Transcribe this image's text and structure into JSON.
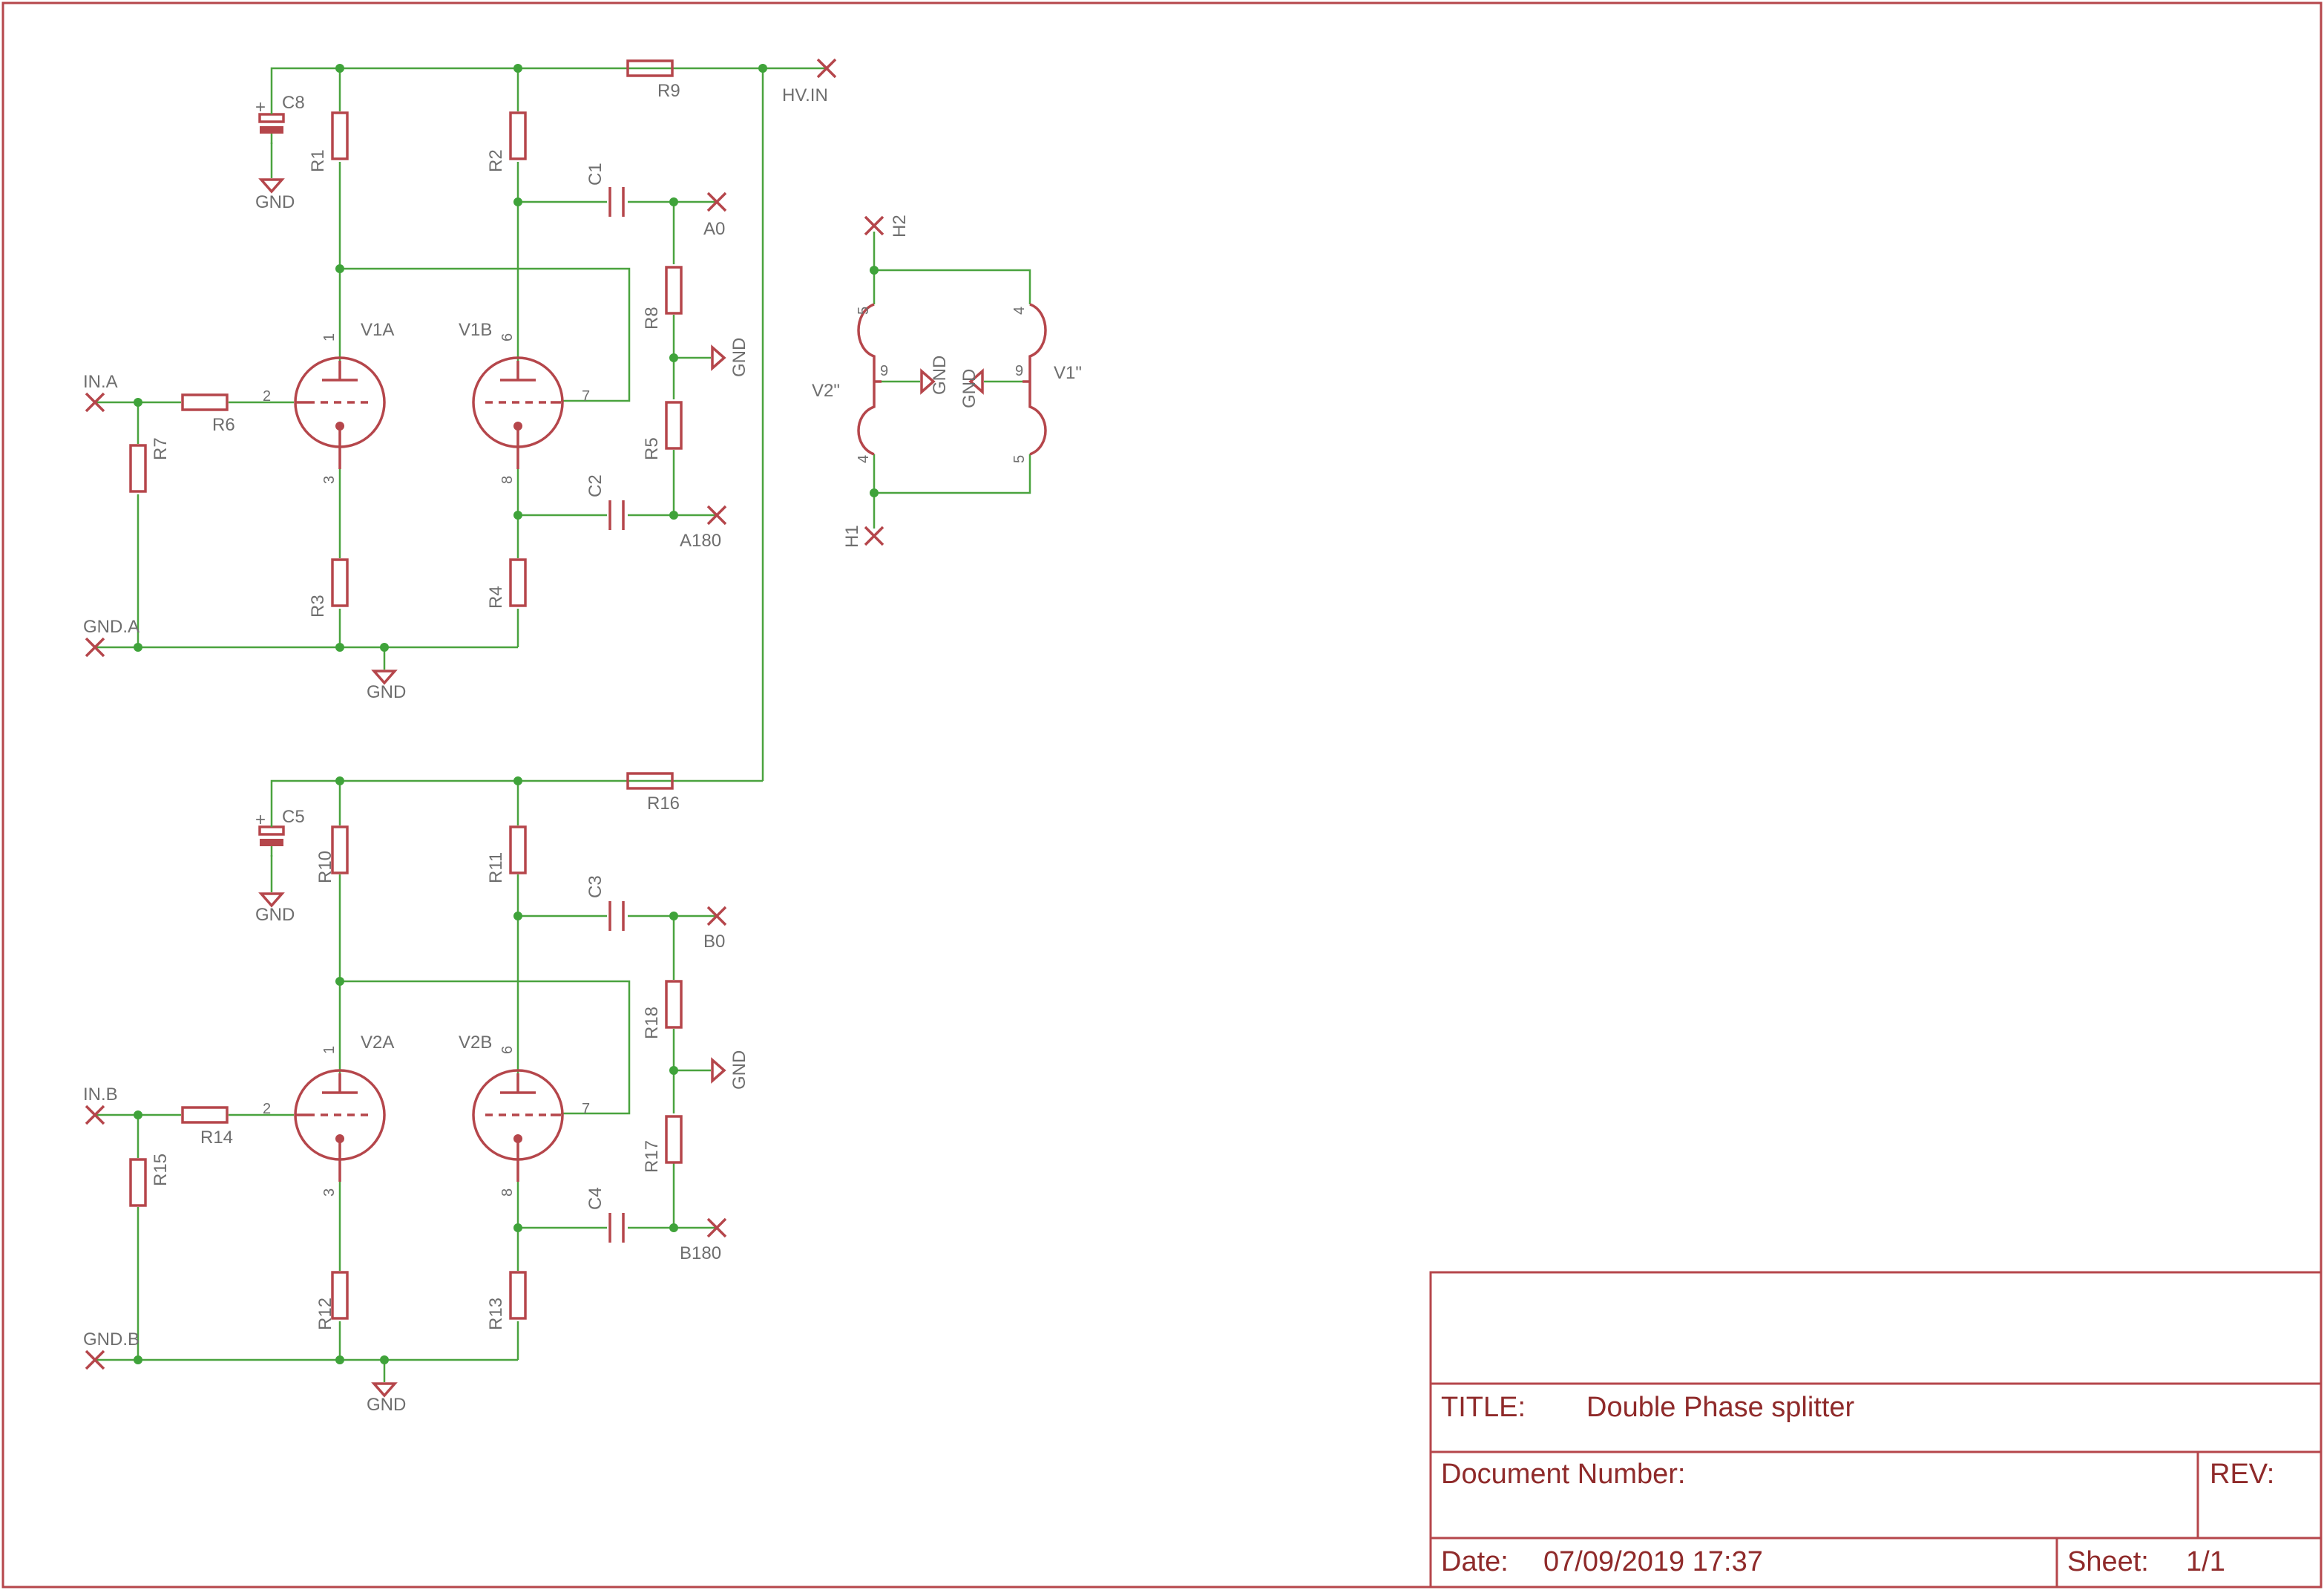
{
  "title_block": {
    "title_label": "TITLE:",
    "title_value": "Double Phase splitter",
    "docnum_label": "Document Number:",
    "rev_label": "REV:",
    "date_label": "Date:",
    "date_value": "07/09/2019 17:37",
    "sheet_label": "Sheet:",
    "sheet_value": "1/1"
  },
  "labels": {
    "hv_in": "HV.IN",
    "in_a": "IN.A",
    "gnd_a": "GND.A",
    "in_b": "IN.B",
    "gnd_b": "GND.B",
    "a0": "A0",
    "a180": "A180",
    "b0": "B0",
    "b180": "B180",
    "h1": "H1",
    "h2": "H2",
    "gnd": "GND",
    "v1a": "V1A",
    "v1b": "V1B",
    "v2a": "V2A",
    "v2b": "V2B",
    "v1h": "V1\"",
    "v2h": "V2\"",
    "r1": "R1",
    "r2": "R2",
    "r3": "R3",
    "r4": "R4",
    "r5": "R5",
    "r6": "R6",
    "r7": "R7",
    "r8": "R8",
    "r9": "R9",
    "r10": "R10",
    "r11": "R11",
    "r12": "R12",
    "r13": "R13",
    "r14": "R14",
    "r15": "R15",
    "r16": "R16",
    "r17": "R17",
    "r18": "R18",
    "c1": "C1",
    "c2": "C2",
    "c3": "C3",
    "c4": "C4",
    "c5": "C5",
    "c8": "C8",
    "plus": "+",
    "pin1": "1",
    "pin2": "2",
    "pin3": "3",
    "pin4": "4",
    "pin5": "5",
    "pin6": "6",
    "pin7": "7",
    "pin8": "8",
    "pin9": "9"
  }
}
